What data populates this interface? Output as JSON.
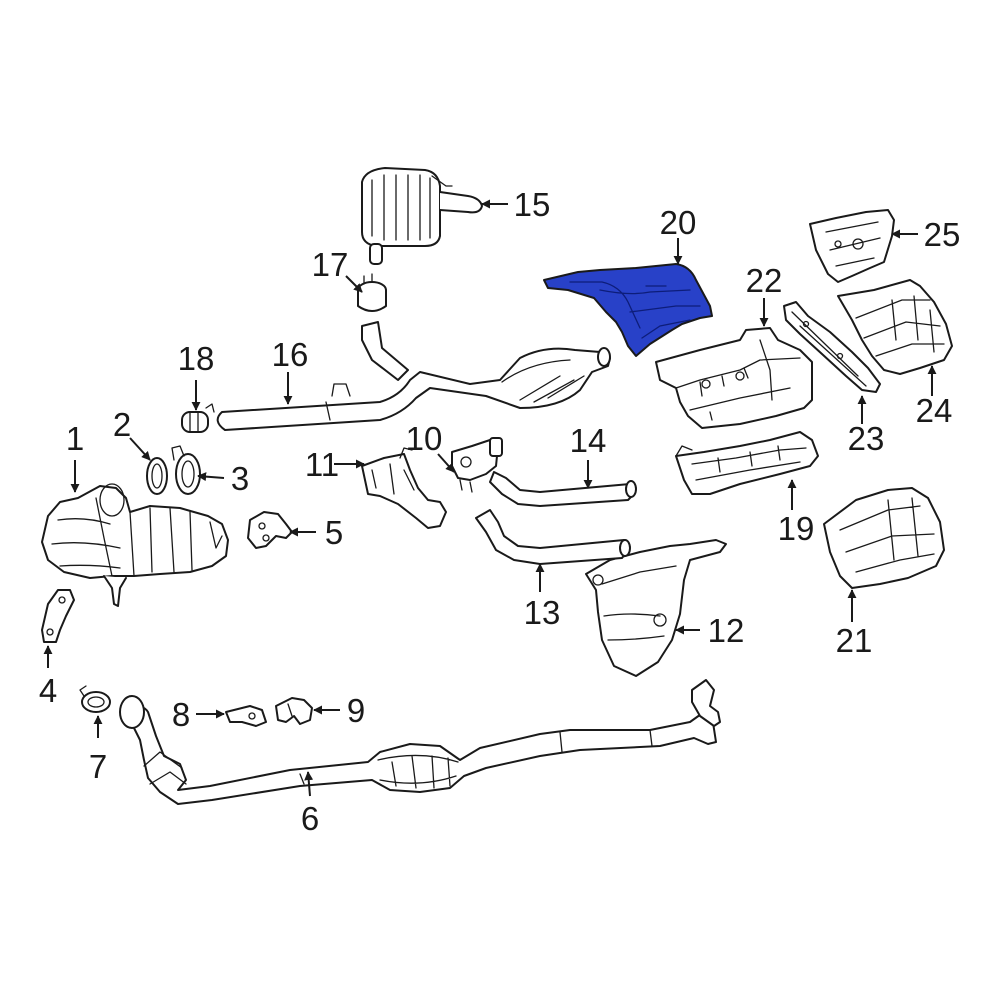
{
  "diagram": {
    "highlight_color": "#2841c8",
    "line_color": "#1a1a1a",
    "background": "#ffffff",
    "highlighted_callout": "20",
    "callouts": [
      "1",
      "2",
      "3",
      "4",
      "5",
      "6",
      "7",
      "8",
      "9",
      "10",
      "11",
      "12",
      "13",
      "14",
      "15",
      "16",
      "17",
      "18",
      "19",
      "20",
      "21",
      "22",
      "23",
      "24",
      "25"
    ]
  }
}
